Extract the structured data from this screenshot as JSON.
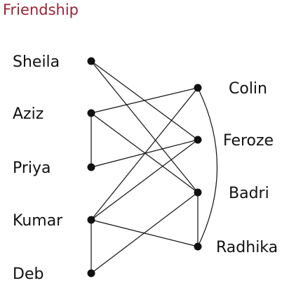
{
  "title": "Friendship",
  "colors": {
    "title": "#9b2335",
    "edge": "#111111",
    "node": "#111111"
  },
  "left_nodes": [
    {
      "id": "sheila",
      "label": "Sheila"
    },
    {
      "id": "aziz",
      "label": "Aziz"
    },
    {
      "id": "priya",
      "label": "Priya"
    },
    {
      "id": "kumar",
      "label": "Kumar"
    },
    {
      "id": "deb",
      "label": "Deb"
    }
  ],
  "right_nodes": [
    {
      "id": "colin",
      "label": "Colin"
    },
    {
      "id": "feroze",
      "label": "Feroze"
    },
    {
      "id": "badri",
      "label": "Badri"
    },
    {
      "id": "radhika",
      "label": "Radhika"
    }
  ],
  "edges": [
    [
      "sheila",
      "feroze"
    ],
    [
      "sheila",
      "badri"
    ],
    [
      "aziz",
      "colin"
    ],
    [
      "aziz",
      "badri"
    ],
    [
      "aziz",
      "priya"
    ],
    [
      "priya",
      "feroze"
    ],
    [
      "kumar",
      "colin"
    ],
    [
      "kumar",
      "feroze"
    ],
    [
      "kumar",
      "radhika"
    ],
    [
      "kumar",
      "deb"
    ],
    [
      "deb",
      "badri"
    ],
    [
      "badri",
      "radhika"
    ]
  ],
  "curved_edges": [
    [
      "colin",
      "radhika"
    ]
  ]
}
